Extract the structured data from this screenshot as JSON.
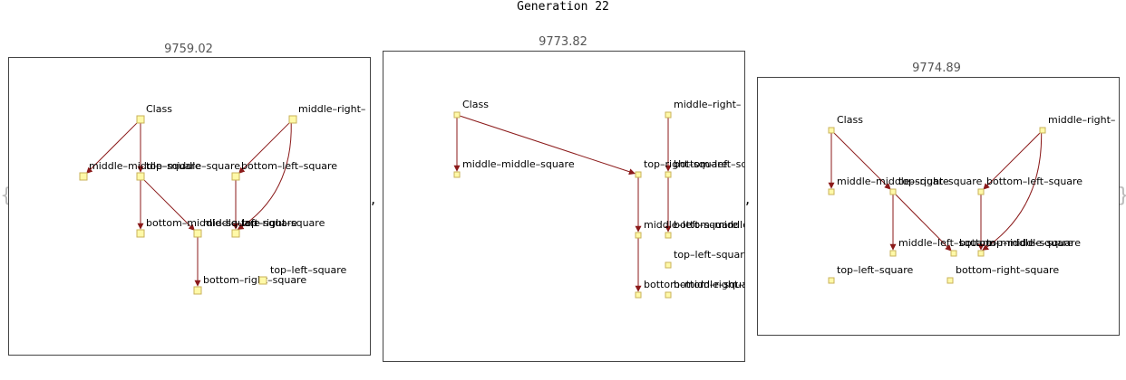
{
  "title": "Generation 22",
  "separator": ",",
  "brace_open": "{",
  "brace_close": "}",
  "colors": {
    "edge": "#8b1a1a",
    "node_fill": "#fff9a8",
    "node_stroke": "#c9b25a",
    "frame": "#444444"
  },
  "panels": [
    {
      "score": "9759.02",
      "nodes": [
        {
          "id": "class",
          "label": "Class"
        },
        {
          "id": "mr",
          "label": "middle–right–"
        },
        {
          "id": "mm",
          "label": "middle–middle–square"
        },
        {
          "id": "tm",
          "label": "top–middle–square"
        },
        {
          "id": "bl",
          "label": "bottom–left–square"
        },
        {
          "id": "bm",
          "label": "bottom–middle–square"
        },
        {
          "id": "ml",
          "label": "middle–left–square"
        },
        {
          "id": "tr",
          "label": "top–right–square"
        },
        {
          "id": "br",
          "label": "bottom–right–square"
        },
        {
          "id": "tl",
          "label": "top–left–square"
        }
      ],
      "edges": [
        [
          "class",
          "mm"
        ],
        [
          "class",
          "tm"
        ],
        [
          "tm",
          "bm"
        ],
        [
          "tm",
          "ml"
        ],
        [
          "ml",
          "br"
        ],
        [
          "mr",
          "bl"
        ],
        [
          "mr",
          "tr"
        ],
        [
          "bl",
          "tr"
        ]
      ]
    },
    {
      "score": "9773.82",
      "nodes": [
        {
          "id": "class",
          "label": "Class"
        },
        {
          "id": "mr",
          "label": "middle–right–"
        },
        {
          "id": "mm",
          "label": "middle–middle–square"
        },
        {
          "id": "trs",
          "label": "top–right–square"
        },
        {
          "id": "bl",
          "label": "bottom–left–square"
        },
        {
          "id": "ml",
          "label": "middle–left–square"
        },
        {
          "id": "bm",
          "label": "bottom–middle–square"
        },
        {
          "id": "tl",
          "label": "top–left–square"
        },
        {
          "id": "bms",
          "label": "bottom–middle–square"
        },
        {
          "id": "brs",
          "label": "bottom–right–square"
        }
      ],
      "edges": [
        [
          "class",
          "mm"
        ],
        [
          "class",
          "trs"
        ],
        [
          "mr",
          "bl"
        ],
        [
          "bl",
          "bm"
        ],
        [
          "trs",
          "ml"
        ],
        [
          "ml",
          "bms"
        ]
      ]
    },
    {
      "score": "9774.89",
      "nodes": [
        {
          "id": "class",
          "label": "Class"
        },
        {
          "id": "mr",
          "label": "middle–right–"
        },
        {
          "id": "mm",
          "label": "middle–middle–square"
        },
        {
          "id": "tr",
          "label": "top–right–square"
        },
        {
          "id": "bl",
          "label": "bottom–left–square"
        },
        {
          "id": "ml",
          "label": "middle–left–square"
        },
        {
          "id": "bt",
          "label": "bottom–middle–square"
        },
        {
          "id": "tm",
          "label": "top–middle–square"
        },
        {
          "id": "tl",
          "label": "top–left–square"
        },
        {
          "id": "br",
          "label": "bottom–right–square"
        }
      ],
      "edges": [
        [
          "class",
          "mm"
        ],
        [
          "class",
          "tr"
        ],
        [
          "tr",
          "ml"
        ],
        [
          "tr",
          "bt"
        ],
        [
          "mr",
          "bl"
        ],
        [
          "mr",
          "tm"
        ],
        [
          "bl",
          "tm"
        ]
      ]
    }
  ]
}
